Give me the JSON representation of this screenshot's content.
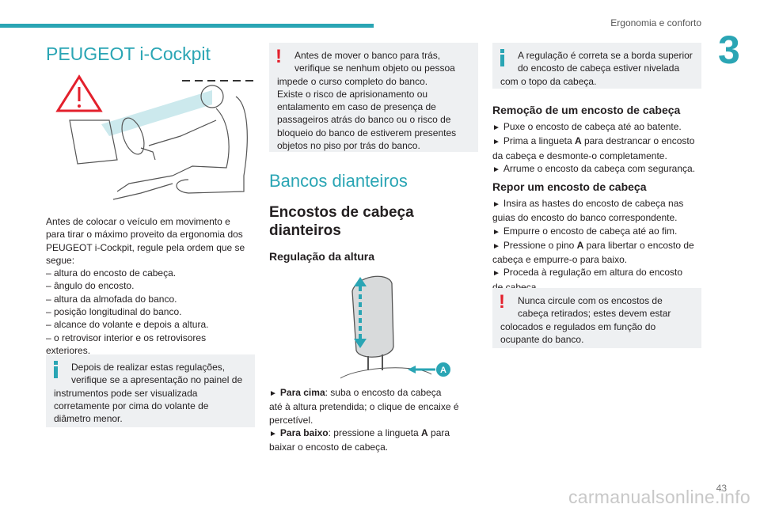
{
  "header": {
    "section": "Ergonomia e conforto",
    "chapter": "3",
    "page": "43"
  },
  "watermark": "carmanualsonline.info",
  "col1": {
    "title": "PEUGEOT i-Cockpit",
    "intro": [
      "Antes de colocar o veículo em movimento e",
      "para tirar o máximo proveito da ergonomia dos",
      "PEUGEOT i-Cockpit, regule pela ordem que se",
      "segue:",
      "–  altura do encosto de cabeça.",
      "–  ângulo do encosto.",
      "–  altura da almofada do banco.",
      "–  posição longitudinal do banco.",
      "–  alcance do volante e depois a altura.",
      "–  o retrovisor interior e os retrovisores",
      "exteriores."
    ],
    "info_box": [
      "Depois de realizar estas regulações,",
      "verifique se a apresentação no painel de",
      "instrumentos pode ser visualizada",
      "corretamente por cima do volante de",
      "diâmetro menor."
    ]
  },
  "col2": {
    "warn_box": [
      "Antes de mover o banco para trás,",
      "verifique se nenhum objeto ou pessoa",
      "impede o curso completo do banco.",
      "Existe o risco de aprisionamento ou",
      "entalamento em caso de presença de",
      "passageiros atrás do banco ou o risco de",
      "bloqueio do banco de estiverem presentes",
      "objetos no piso por trás do banco."
    ],
    "section_title": "Bancos dianteiros",
    "subtitle_1": "Encostos de cabeça",
    "subtitle_2": "dianteiros",
    "height_title": "Regulação da altura",
    "figure_label": "A",
    "para_cima_label": "Para cima",
    "para_cima_text": ": suba o encosto da cabeça",
    "para_cima_2": "até à altura pretendida; o clique de encaixe é",
    "para_cima_3": "percetível.",
    "para_baixo_label": "Para baixo",
    "para_baixo_text": ": pressione a lingueta",
    "para_baixo_A": "A",
    "para_baixo_text2": " para",
    "para_baixo_2": "baixar o encosto de cabeça."
  },
  "col3": {
    "info_box": [
      "A regulação é correta se a borda superior",
      "do encosto de cabeça estiver nivelada",
      "com o topo da cabeça."
    ],
    "removal_title": "Remoção de um encosto de cabeça",
    "removal": [
      "Puxe o encosto de cabeça até ao batente.",
      {
        "pre": "Prima a lingueta ",
        "bold": "A",
        "post": " para destrancar o encosto"
      },
      "da cabeça e desmonte-o completamente.",
      "Arrume o encosto da cabeça com segurança."
    ],
    "refit_title": "Repor um encosto de cabeça",
    "refit": [
      "Insira as hastes do encosto de cabeça nas",
      "guias do encosto do banco correspondente.",
      "Empurre o encosto de cabeça até ao fim.",
      {
        "pre": "Pressione o pino ",
        "bold": "A",
        "post": " para libertar o encosto de"
      },
      "cabeça e empurre-o para baixo.",
      "Proceda à regulação em altura do encosto",
      "de cabeça."
    ],
    "warn_box": [
      "Nunca circule com os encostos de",
      "cabeça retirados; estes devem estar",
      "colocados e regulados em função do",
      "ocupante do banco."
    ]
  },
  "colors": {
    "accent": "#2aa5b4",
    "warning": "#e3202c",
    "box": "#eef0f2"
  },
  "icons": [
    "warning-exclamation-icon",
    "info-icon",
    "arrow-right-icon"
  ]
}
